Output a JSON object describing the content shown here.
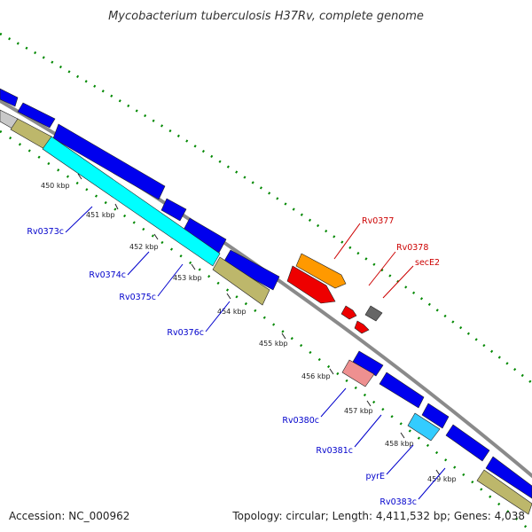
{
  "title": "Mycobacterium tuberculosis H37Rv, complete genome",
  "accession": "Accession: NC_000962",
  "topology": "Topology: circular; Length: 4,411,532 bp; Genes: 4,038",
  "colors": {
    "reverse_gene": "#0000ee",
    "forward_gene": "#ff9900",
    "forward_red": "#ee0000",
    "forward_gray": "#666666",
    "reverse_light_red": "#ee9090",
    "reverse_cyan": "#00ffff",
    "reverse_lightblue": "#33ccff",
    "reverse_khaki": "#bdb76b",
    "backbone": "#888888",
    "gc_dots": "#008800",
    "label_reverse": "#0000cc",
    "label_forward": "#cc0000"
  },
  "ticks": [
    "450 kbp",
    "451 kbp",
    "452 kbp",
    "453 kbp",
    "454 kbp",
    "455 kbp",
    "456 kbp",
    "457 kbp",
    "458 kbp",
    "459 kbp"
  ],
  "gene_labels": [
    {
      "text": "Rv0373c",
      "strand": "reverse"
    },
    {
      "text": "Rv0374c",
      "strand": "reverse"
    },
    {
      "text": "Rv0375c",
      "strand": "reverse"
    },
    {
      "text": "Rv0376c",
      "strand": "reverse"
    },
    {
      "text": "Rv0380c",
      "strand": "reverse"
    },
    {
      "text": "Rv0381c",
      "strand": "reverse"
    },
    {
      "text": "pyrE",
      "strand": "reverse"
    },
    {
      "text": "Rv0383c",
      "strand": "reverse"
    },
    {
      "text": "Rv0377",
      "strand": "forward"
    },
    {
      "text": "Rv0378",
      "strand": "forward"
    },
    {
      "text": "secE2",
      "strand": "forward"
    }
  ]
}
